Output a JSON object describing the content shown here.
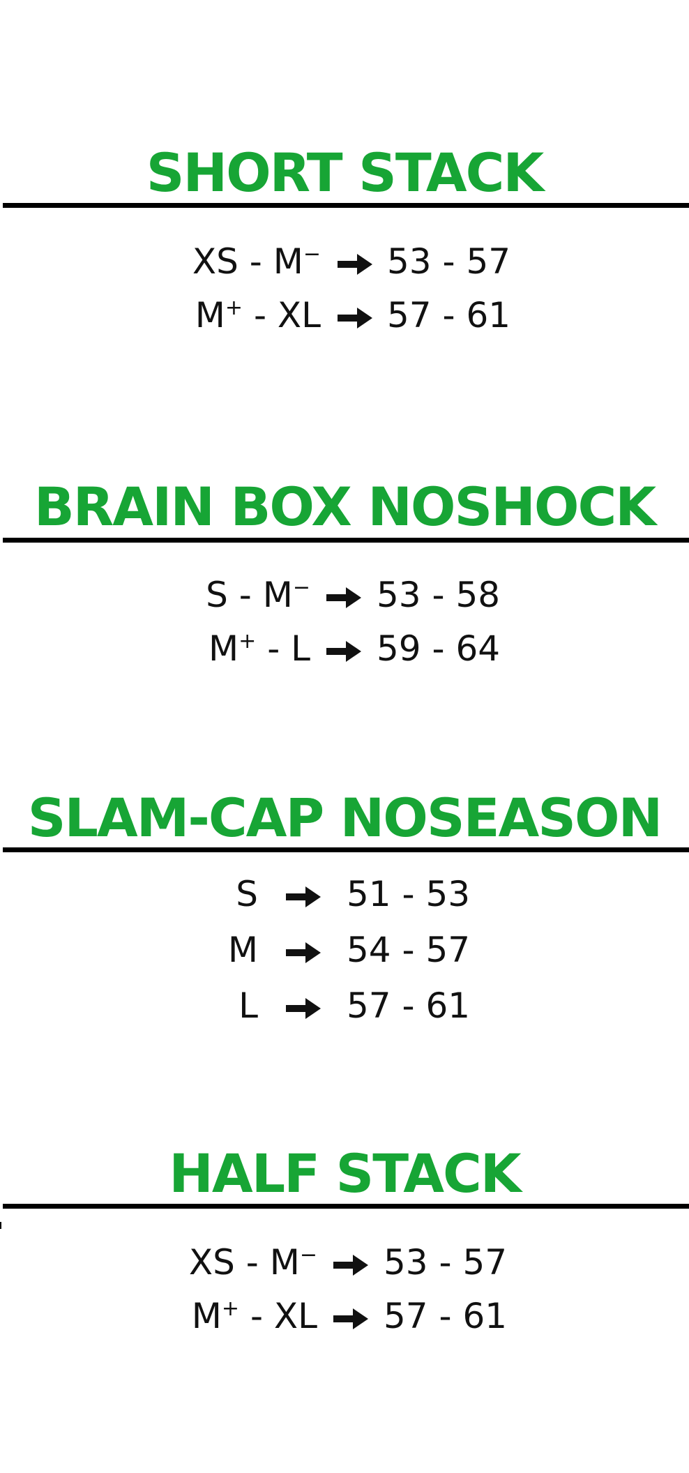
{
  "colors": {
    "title_green": "#17a535",
    "text_black": "#111111",
    "rule_black": "#000000"
  },
  "arrow_icon": "arrow-right-icon",
  "sections": [
    {
      "title": "SHORT STACK",
      "rows": [
        {
          "size_main": "XS - M",
          "size_mark": "−",
          "range": "53 - 57"
        },
        {
          "size_main": "M",
          "size_mark": "+",
          "size_rest": " - XL",
          "range": "57 - 61"
        }
      ]
    },
    {
      "title": "BRAIN BOX NOSHOCK",
      "rows": [
        {
          "size_main": "S - M",
          "size_mark": "−",
          "range": "53 - 58"
        },
        {
          "size_main": "M",
          "size_mark": "+",
          "size_rest": " - L",
          "range": "59 - 64"
        }
      ]
    },
    {
      "title": "SLAM-CAP NOSEASON",
      "rows": [
        {
          "size_main": "S",
          "range": "51 - 53"
        },
        {
          "size_main": "M",
          "range": "54 - 57"
        },
        {
          "size_main": "L",
          "range": "57 - 61"
        }
      ]
    },
    {
      "title": "HALF STACK",
      "rows": [
        {
          "size_main": "XS - M",
          "size_mark": "−",
          "range": "53 - 57"
        },
        {
          "size_main": "M",
          "size_mark": "+",
          "size_rest": " - XL",
          "range": "57 - 61"
        }
      ]
    }
  ]
}
